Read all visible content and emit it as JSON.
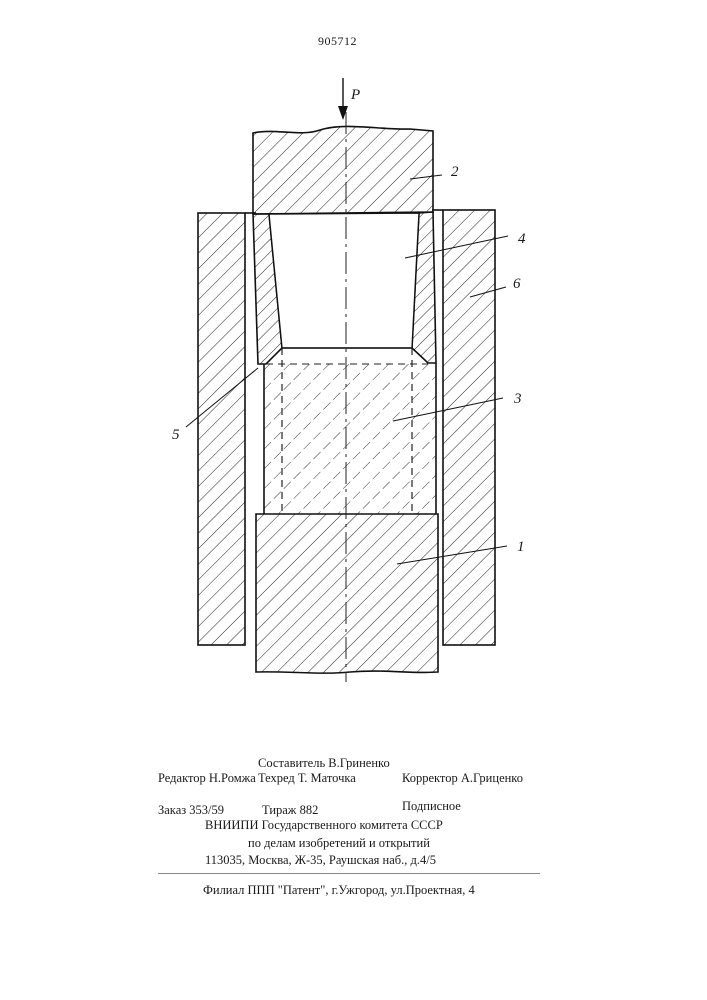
{
  "header": {
    "patent_number": "905712"
  },
  "drawing": {
    "force_label": "P",
    "part_labels": {
      "upper_punch": "2",
      "cavity": "4",
      "sleeve": "6",
      "blank": "3",
      "insert": "5",
      "lower_punch": "1"
    }
  },
  "imprint": {
    "compiler": "Составитель В.Гриненко",
    "editor": "Редактор Н.Ромжа",
    "techred": "Техред Т. Маточка",
    "corrector": "Корректор  А.Гриценко",
    "order": "Заказ 353/59",
    "circulation": "Тираж 882",
    "subscription": "Подписное",
    "org_line1": "ВНИИПИ Государственного комитета СССР",
    "org_line2": "по делам изобретений и открытий",
    "address": "113035, Москва, Ж-35, Раушская наб., д.4/5",
    "branch": "Филиал ППП \"Патент\", г.Ужгород, ул.Проектная, 4"
  }
}
